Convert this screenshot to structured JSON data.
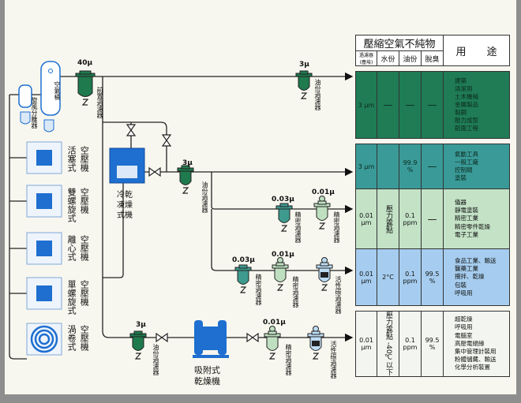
{
  "table": {
    "header": "壓縮空氣不純物",
    "uses_header": "用　　途",
    "cols": [
      "過濾器(塵埃)",
      "水份",
      "油份",
      "脫臭"
    ],
    "rows": [
      {
        "dust": "3 μm",
        "water": "—",
        "oil": "—",
        "odor": "—",
        "uses": [
          "建築",
          "清潔用",
          "土木機械",
          "金屬製品",
          "製鋼",
          "壓力成型",
          "鋁面工程"
        ],
        "color": "#1f7c55"
      },
      {
        "dust": "3 μm",
        "water": "",
        "oil": "99.9 %",
        "odor": "—",
        "uses": [
          "氣動工具",
          "一般工廠",
          "控制閥",
          "塗裝"
        ],
        "color": "#3a9a98"
      },
      {
        "dust": "0.01 μm",
        "water": "壓力露點",
        "oil": "0.1 ppm",
        "odor": "—",
        "uses": [
          "儀器",
          "靜電塗裝",
          "精密工業",
          "精密零件乾燥",
          "電子工業"
        ],
        "color": "#c3e2c6"
      },
      {
        "dust": "0.01 μm",
        "water": "2°C",
        "oil": "0.1 ppm",
        "odor": "99.5 %",
        "uses": [
          "食品工業、輸送",
          "醫藥工業",
          "攪拌、乾燥",
          "包裝",
          "呼吸用"
        ],
        "color": "#a6cdef"
      },
      {
        "dust": "0.01 μm",
        "water": "壓力露點 -40℃以下",
        "oil": "0.1 ppm",
        "odor": "99.5 %",
        "uses": [
          "超乾燥",
          "呼吸用",
          "電腦室",
          "高壓電絕緣",
          "集中管理計裝用",
          "粉體儲藏、輸送",
          "化學分析裝置"
        ],
        "color": "#f3f5f1"
      }
    ]
  },
  "diagram": {
    "cyclone": "旋風分離器",
    "tank": "空氣桶",
    "pre_filter": {
      "rating": "40μ",
      "label": "前置過濾器"
    },
    "oil_filter": "油份過濾器",
    "precision_filter": "精密過濾器",
    "carbon_filter": "活性碳過濾器",
    "ratings": {
      "r3": "3μ",
      "r003": "0.03μ",
      "r001": "0.01μ"
    },
    "refrig_dryer": [
      "冷乾",
      "凍燥",
      "式機"
    ],
    "adsorption_dryer": [
      "吸附式",
      "乾燥機"
    ],
    "compressor_suffix": "空壓機",
    "compressors": [
      "活塞式",
      "雙螺旋式",
      "離心式",
      "單螺旋式",
      "渦卷式"
    ]
  },
  "colors": {
    "dark_green": "#1f7a4d",
    "teal": "#3f9a8e",
    "light_green": "#bfe0c0",
    "carbon": "#bcdcf3",
    "blue": "#1e6fd0"
  }
}
